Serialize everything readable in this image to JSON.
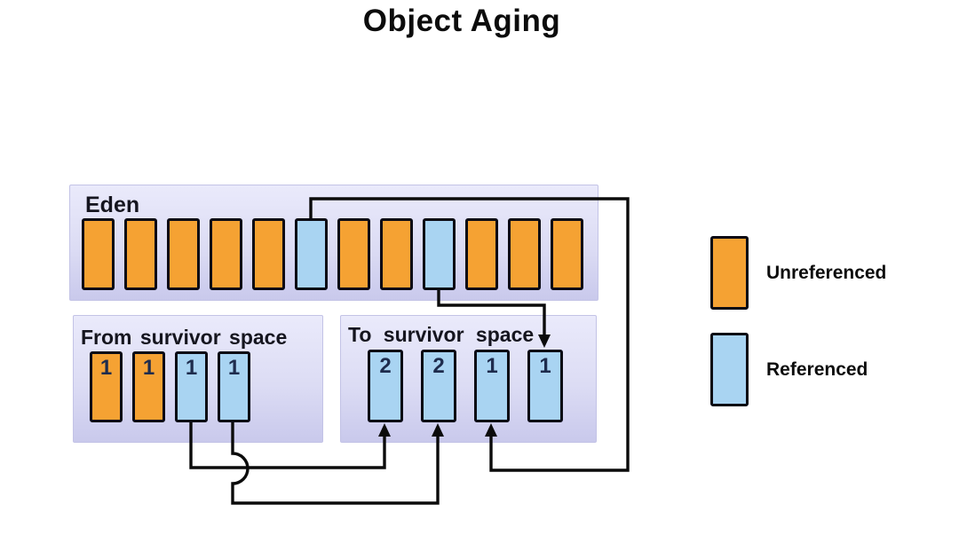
{
  "title": "Object Aging",
  "colors": {
    "unreferenced": "#F5A233",
    "referenced": "#A9D4F2",
    "region_top": "#EAEAFB",
    "region_bottom": "#C9C9EC",
    "line": "#0B0B0B",
    "number": "#1E2C4D"
  },
  "regions": {
    "eden": {
      "label": "Eden",
      "blocks": [
        {
          "type": "unreferenced"
        },
        {
          "type": "unreferenced"
        },
        {
          "type": "unreferenced"
        },
        {
          "type": "unreferenced"
        },
        {
          "type": "unreferenced"
        },
        {
          "type": "referenced"
        },
        {
          "type": "unreferenced"
        },
        {
          "type": "unreferenced"
        },
        {
          "type": "referenced"
        },
        {
          "type": "unreferenced"
        },
        {
          "type": "unreferenced"
        },
        {
          "type": "unreferenced"
        }
      ]
    },
    "from_survivor": {
      "label": "From survivor space",
      "blocks": [
        {
          "type": "unreferenced",
          "age": "1"
        },
        {
          "type": "unreferenced",
          "age": "1"
        },
        {
          "type": "referenced",
          "age": "1"
        },
        {
          "type": "referenced",
          "age": "1"
        }
      ]
    },
    "to_survivor": {
      "label": "To survivor space",
      "blocks": [
        {
          "type": "referenced",
          "age": "2"
        },
        {
          "type": "referenced",
          "age": "2"
        },
        {
          "type": "referenced",
          "age": "1"
        },
        {
          "type": "referenced",
          "age": "1"
        }
      ]
    }
  },
  "legend": {
    "items": [
      {
        "swatch": "unreferenced",
        "label": "Unreferenced"
      },
      {
        "swatch": "referenced",
        "label": "Referenced"
      }
    ]
  }
}
